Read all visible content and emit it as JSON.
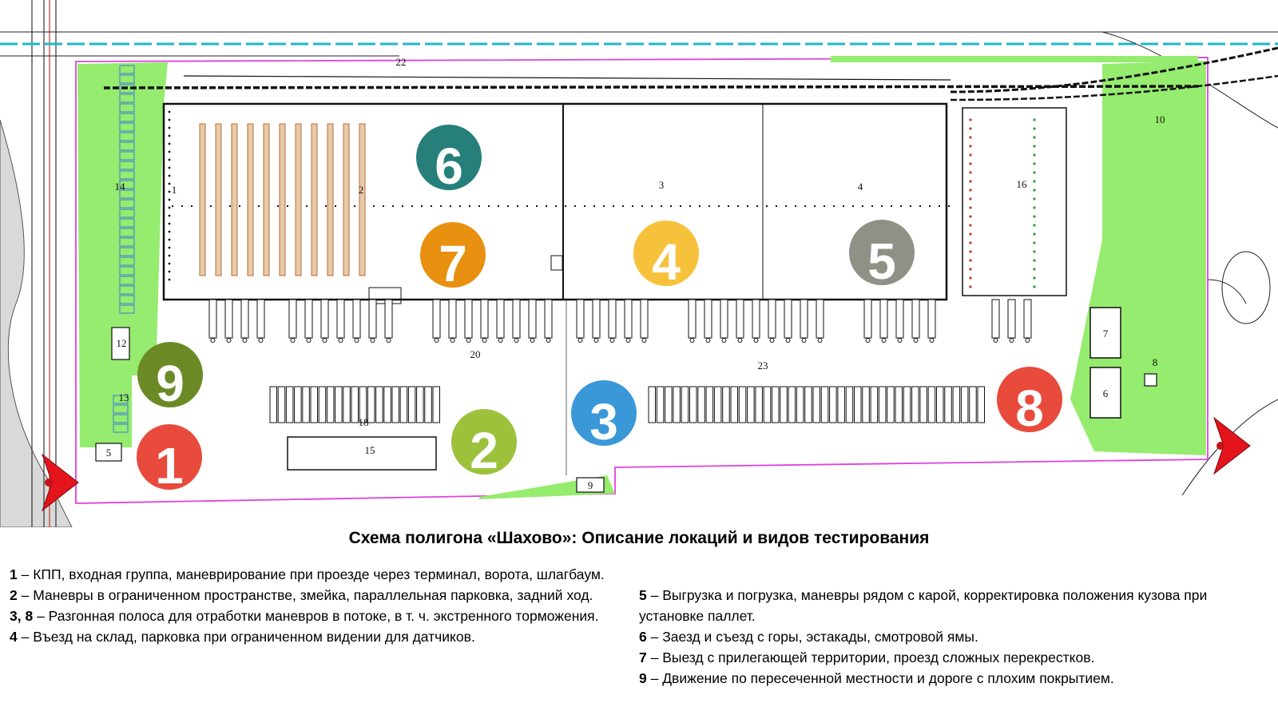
{
  "title": "Схема полигона «Шахово»: Описание локаций и видов тестирования",
  "colors": {
    "green_area": "#95ec6e",
    "pink_border": "#e040e0",
    "rail_cyan": "#1fb6c9",
    "road_gray": "#d9d9d9",
    "red_arrow": "#e3141c"
  },
  "map": {
    "scheme_labels": [
      "1",
      "2",
      "3",
      "4",
      "5",
      "6",
      "7",
      "8",
      "9",
      "10",
      "12",
      "13",
      "14",
      "15",
      "16",
      "18",
      "20",
      "22",
      "23"
    ],
    "box_labels": {
      "gate": "5",
      "south_pad": "9",
      "box_a": "7",
      "box_b": "6",
      "small_8": "8"
    },
    "markers": [
      {
        "number": "1",
        "color": "#e84b3c",
        "icon": "circle-marker"
      },
      {
        "number": "2",
        "color": "#9cc23b",
        "icon": "circle-marker"
      },
      {
        "number": "3",
        "color": "#3a98d8",
        "icon": "circle-marker"
      },
      {
        "number": "4",
        "color": "#f7c23b",
        "icon": "circle-marker"
      },
      {
        "number": "5",
        "color": "#8e9186",
        "icon": "circle-marker"
      },
      {
        "number": "6",
        "color": "#267f7a",
        "icon": "circle-marker"
      },
      {
        "number": "7",
        "color": "#e8900f",
        "icon": "circle-marker"
      },
      {
        "number": "8",
        "color": "#e84b3c",
        "icon": "circle-marker"
      },
      {
        "number": "9",
        "color": "#6b8a26",
        "icon": "circle-marker"
      }
    ]
  },
  "legend": {
    "left": [
      {
        "num": "1",
        "text": " – КПП, входная группа, маневрирование при проезде через терминал, ворота, шлагбаум."
      },
      {
        "num": "2",
        "text": " – Маневры в ограниченном пространстве, змейка, параллельная парковка, задний ход."
      },
      {
        "num": "3, 8",
        "text": " – Разгонная полоса для отработки маневров в потоке, в т. ч. экстренного торможения."
      },
      {
        "num": "4",
        "text": " – Въезд на склад, парковка при ограниченном видении для датчиков."
      }
    ],
    "right": [
      {
        "num": "5",
        "text": " – Выгрузка и погрузка, маневры рядом с карой, корректировка положения кузова при установке паллет."
      },
      {
        "num": "6",
        "text": " – Заезд и съезд с горы, эстакады, смотровой ямы."
      },
      {
        "num": "7",
        "text": " – Выезд с прилегающей территории, проезд сложных перекрестков."
      },
      {
        "num": "9",
        "text": " – Движение по пересеченной местности и дороге с плохим покрытием."
      }
    ]
  }
}
